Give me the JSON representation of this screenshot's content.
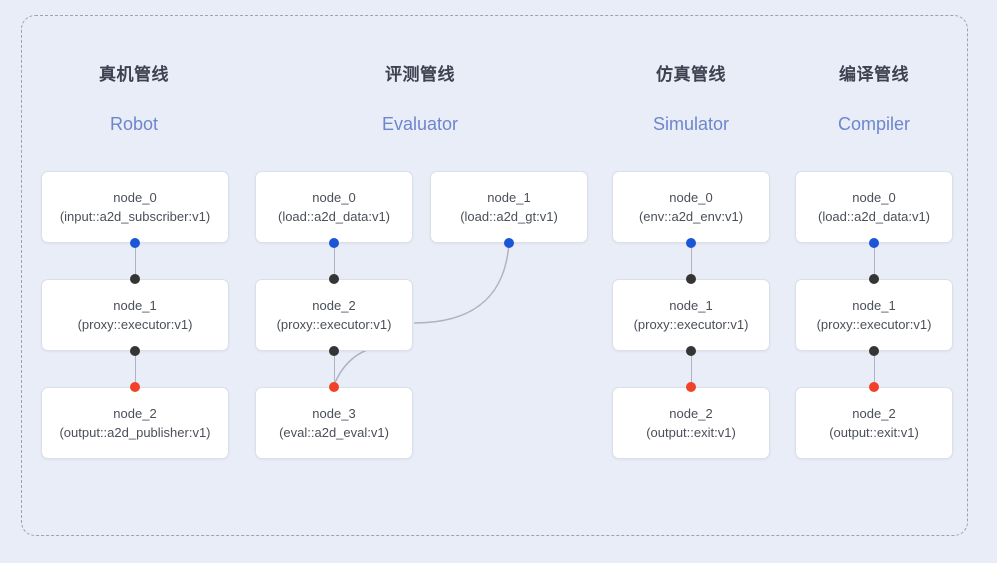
{
  "canvas": {
    "background_color": "#e9edf8",
    "frame_border_color": "#9aa2b8"
  },
  "colors": {
    "node_fill": "#ffffff",
    "node_border": "#dcdfe6",
    "dot_input": "#1a56d6",
    "dot_middle": "#353535",
    "dot_output": "#f14128",
    "edge": "#aeb4c2",
    "header_cn": "#3c4250",
    "header_en": "#6d86cc"
  },
  "columns": [
    {
      "id": "robot",
      "title_cn": "真机管线",
      "title_en": "Robot",
      "nodes": [
        {
          "name": "node_0",
          "type": "(input::a2d_subscriber:v1)"
        },
        {
          "name": "node_1",
          "type": "(proxy::executor:v1)"
        },
        {
          "name": "node_2",
          "type": "(output::a2d_publisher:v1)"
        }
      ]
    },
    {
      "id": "evaluator",
      "title_cn": "评测管线",
      "title_en": "Evaluator",
      "nodes": [
        {
          "name": "node_0",
          "type": "(load::a2d_data:v1)"
        },
        {
          "name": "node_1",
          "type": "(load::a2d_gt:v1)"
        },
        {
          "name": "node_2",
          "type": "(proxy::executor:v1)"
        },
        {
          "name": "node_3",
          "type": "(eval::a2d_eval:v1)"
        }
      ]
    },
    {
      "id": "simulator",
      "title_cn": "仿真管线",
      "title_en": "Simulator",
      "nodes": [
        {
          "name": "node_0",
          "type": "(env::a2d_env:v1)"
        },
        {
          "name": "node_1",
          "type": "(proxy::executor:v1)"
        },
        {
          "name": "node_2",
          "type": "(output::exit:v1)"
        }
      ]
    },
    {
      "id": "compiler",
      "title_cn": "编译管线",
      "title_en": "Compiler",
      "nodes": [
        {
          "name": "node_0",
          "type": "(load::a2d_data:v1)"
        },
        {
          "name": "node_1",
          "type": "(proxy::executor:v1)"
        },
        {
          "name": "node_2",
          "type": "(output::exit:v1)"
        }
      ]
    }
  ]
}
